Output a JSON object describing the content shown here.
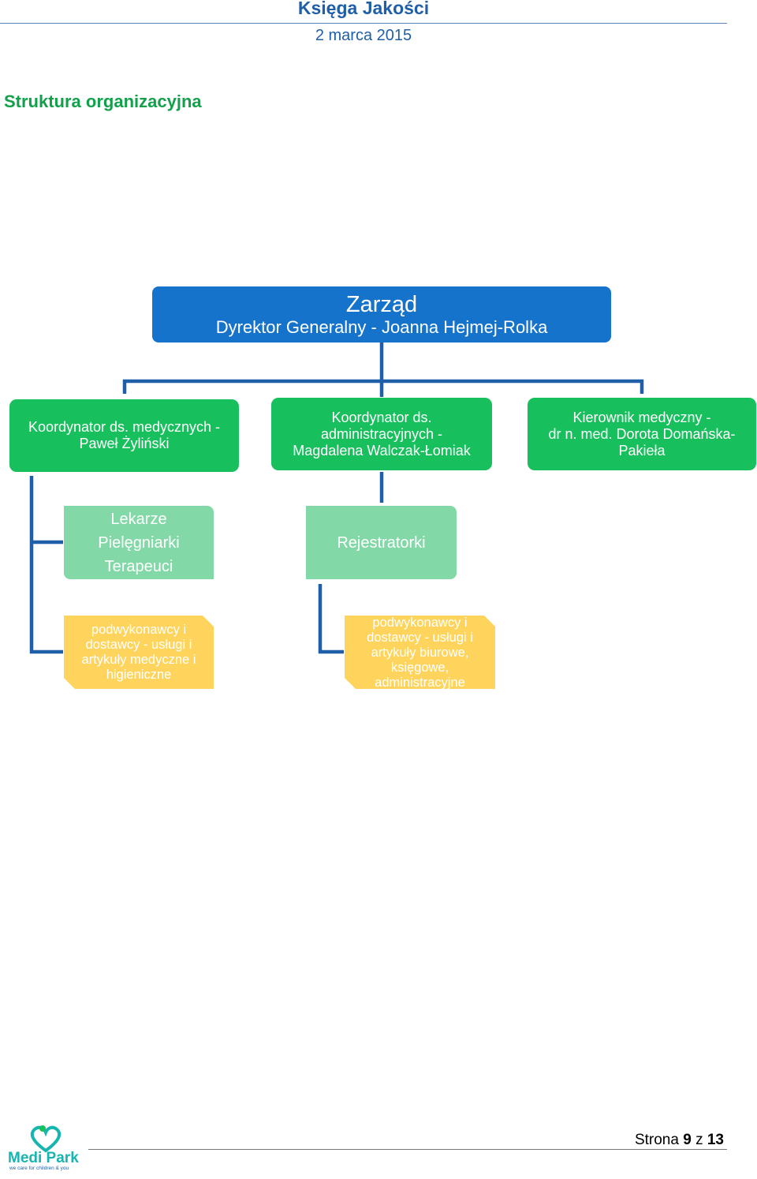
{
  "header": {
    "title": "Księga Jakości",
    "date": "2 marca 2015"
  },
  "section": {
    "title": "Struktura organizacyjna"
  },
  "org": {
    "root": {
      "title": "Zarząd",
      "subtitle": "Dyrektor Generalny - Joanna Hejmej-Rolka"
    },
    "level2": [
      {
        "lines": [
          "Koordynator ds. medycznych -",
          "Paweł Żyliński"
        ]
      },
      {
        "lines": [
          "Koordynator ds.",
          "administracyjnych -",
          "Magdalena Walczak-Łomiak"
        ]
      },
      {
        "lines": [
          "Kierownik medyczny -",
          "dr n. med. Dorota Domańska-",
          "Pakieła"
        ]
      }
    ],
    "level3": [
      {
        "lines": [
          "Lekarze",
          "Pielęgniarki",
          "Terapeuci"
        ]
      },
      {
        "lines": [
          "Rejestratorki"
        ]
      }
    ],
    "level4": [
      {
        "lines": [
          "podwykonawcy i",
          "dostawcy - usługi i",
          "artykuły medyczne i",
          "higieniczne"
        ]
      },
      {
        "lines": [
          "podwykonawcy i",
          "dostawcy - usługi  i",
          "artykuły biurowe,",
          "księgowe,",
          "administracyjne"
        ]
      }
    ]
  },
  "footer": {
    "page_label": "Strona",
    "page_current": "9",
    "page_sep": "z",
    "page_total": "13",
    "logo_text": "Medi Park",
    "logo_tagline": "we care for children & you"
  },
  "colors": {
    "header_blue": "#1f5fa8",
    "section_green": "#12a04b",
    "root_blue": "#1673cc",
    "level2_green": "#17c05c",
    "level3_light_green": "#82d8a6",
    "level4_yellow": "#fed45c",
    "connector_blue": "#1f5fa8"
  }
}
